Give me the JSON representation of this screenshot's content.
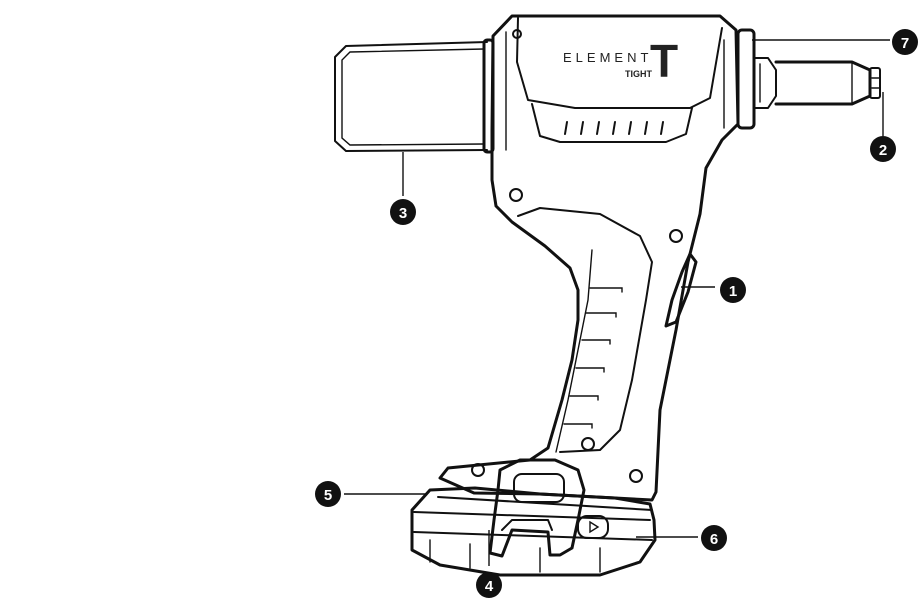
{
  "brand": {
    "name": "ELEMENT",
    "sub": "TIGHT",
    "mark": "T"
  },
  "colors": {
    "outline": "#111111",
    "callout": "#111111",
    "callout_text": "#ffffff",
    "background": "#ffffff"
  },
  "callouts": [
    {
      "id": "c1",
      "label": "1"
    },
    {
      "id": "c2",
      "label": "2"
    },
    {
      "id": "c3",
      "label": "3"
    },
    {
      "id": "c4",
      "label": "4"
    },
    {
      "id": "c5",
      "label": "5"
    },
    {
      "id": "c6",
      "label": "6"
    },
    {
      "id": "c7",
      "label": "7"
    }
  ]
}
